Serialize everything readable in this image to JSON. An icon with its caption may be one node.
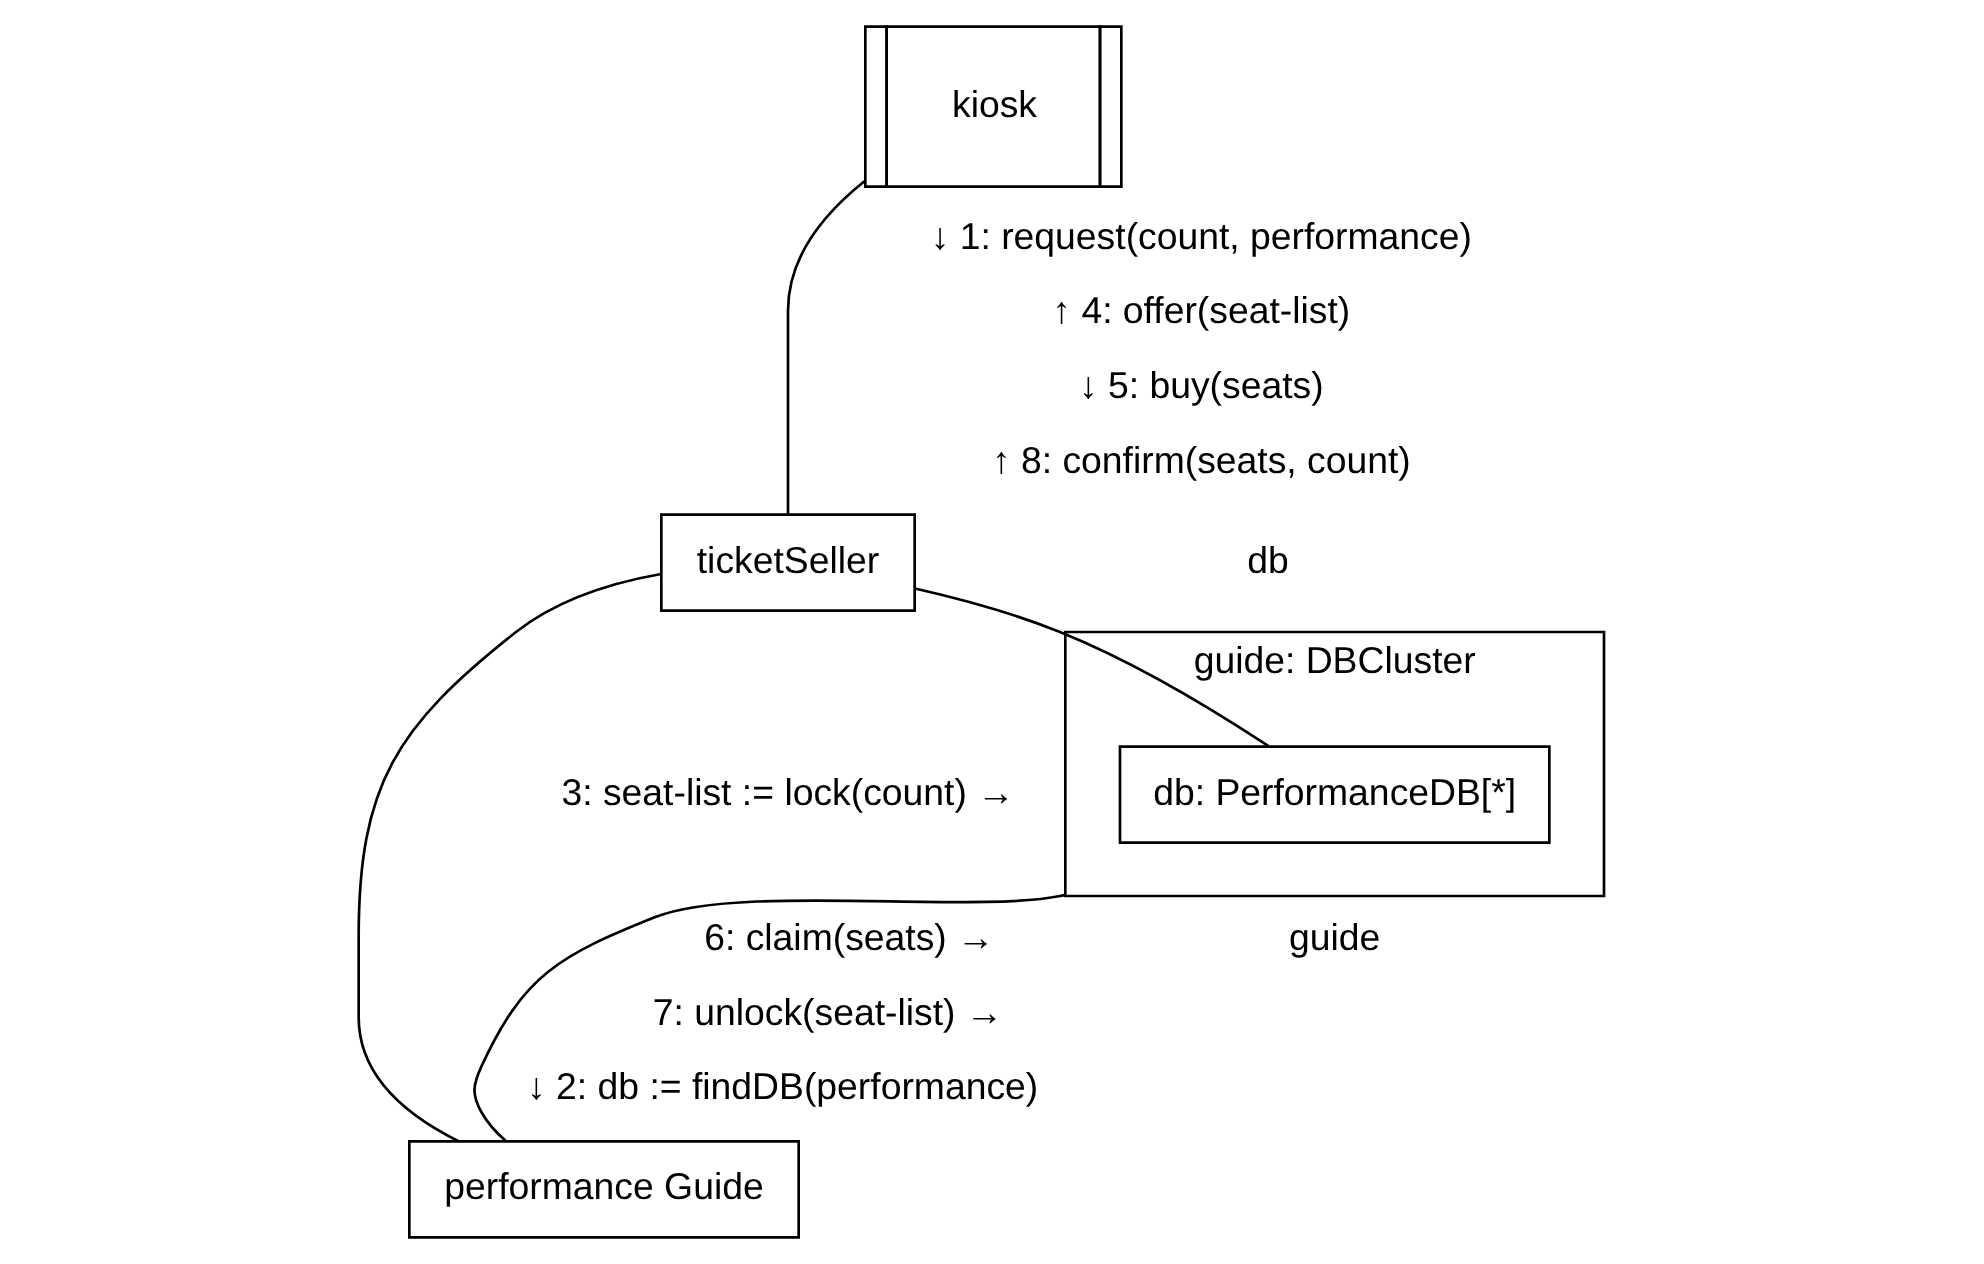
{
  "diagram": {
    "nodes": [
      {
        "text": [
          "kiosk"
        ]
      },
      {
        "text": [
          "ticketSeller"
        ]
      },
      {
        "text": [
          "guide: DBCluster"
        ]
      },
      {
        "text": [
          "db: PerformanceDB[*]"
        ],
        "in": 2
      },
      {
        "text": [
          "performance Guide"
        ]
      }
    ],
    "edges": [
      {
        "from": 0,
        "to": 1,
        "arrow": "none"
      },
      {
        "from": 1,
        "to": 3,
        "arrow": "none"
      },
      {
        "from": 1,
        "to": 4,
        "arrow": "none"
      },
      {
        "from": 4,
        "to": 2,
        "arrow": "none"
      }
    ],
    "labels": [
      "↓ 1: request(count, performance)",
      "↑ 4: offer(seat-list)",
      "↓ 5: buy(seats)",
      "↑ 8: confirm(seats, count)",
      "db",
      "3: seat-list := lock(count) →",
      "6: claim(seats) →",
      "7: unlock(seat-list) →",
      "guide",
      "↓ 2: db := findDB(performance)"
    ]
  }
}
